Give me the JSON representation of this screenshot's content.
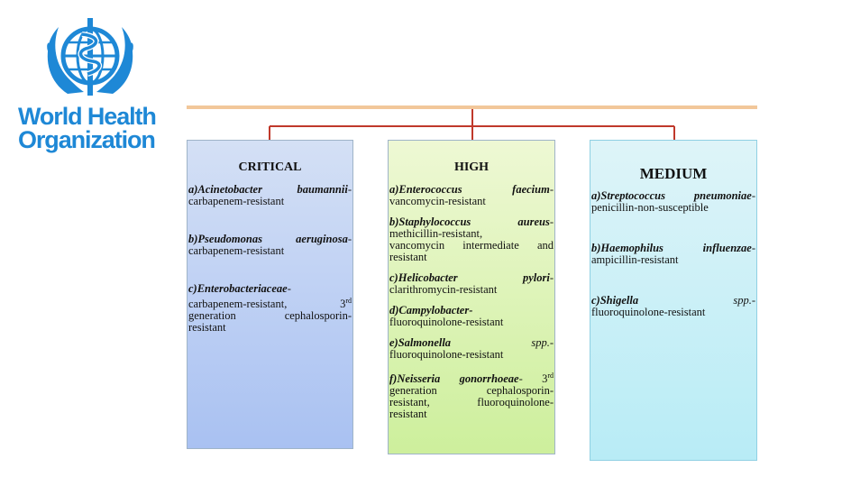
{
  "logo": {
    "line1": "World Health",
    "line2": "Organization",
    "color": "#1e88d6"
  },
  "colors": {
    "top_line": "#f2c79a",
    "connector": "#c0392b"
  },
  "critical": {
    "title": "CRITICAL",
    "items": [
      {
        "prefix": "a)",
        "organism": "Acinetobacter",
        "species": "baumannii",
        "dash": "-",
        "desc": "carbapenem-resistant"
      },
      {
        "prefix": "b)",
        "organism": "Pseudomonas",
        "species": "aeruginosa",
        "dash": "-",
        "desc": "carbapenem-resistant"
      },
      {
        "prefix": "c)",
        "organism": "Enterobacteriaceae",
        "dash": "-",
        "desc_l1": "carbapenem-resistant,",
        "sup_num": "3",
        "sup": "rd",
        "desc_l2": "generation cephalosporin-",
        "desc_l3": "resistant"
      }
    ]
  },
  "high": {
    "title": "HIGH",
    "items": [
      {
        "prefix": "a)",
        "organism": "Enterococcus",
        "species": "faecium",
        "dash": "-",
        "desc": "vancomycin-resistant"
      },
      {
        "prefix": "b)",
        "organism": "Staphylococcus",
        "species": "aureus",
        "dash": "-",
        "desc_l1": "methicillin-resistant,",
        "desc_l2": "vancomycin intermediate and",
        "desc_l3": "resistant"
      },
      {
        "prefix": "c)",
        "organism": "Helicobacter",
        "species": "pylori",
        "dash": "-",
        "desc": "clarithromycin-resistant"
      },
      {
        "prefix": "d)",
        "organism": "Campylobacter",
        "dash": "-",
        "desc": "fluoroquinolone-resistant"
      },
      {
        "prefix": "e)",
        "organism": "Salmonella",
        "spp": "spp.",
        "dash": "-",
        "desc": "fluoroquinolone-resistant"
      },
      {
        "prefix": "f)",
        "organism": "Neisseria gonorrhoeae",
        "dash": "-",
        "sup_num": "3",
        "sup": "rd",
        "desc_l1": "generation cephalosporin-",
        "desc_l2": "resistant, fluoroquinolone-",
        "desc_l3": "resistant"
      }
    ]
  },
  "medium": {
    "title": "MEDIUM",
    "items": [
      {
        "prefix": "a)",
        "organism": "Streptococcus",
        "species": "pneumoniae",
        "dash": "-",
        "desc": "penicillin-non-susceptible"
      },
      {
        "prefix": "b)",
        "organism": "Haemophilus",
        "species": "influenzae",
        "dash": "-",
        "desc": "ampicillin-resistant"
      },
      {
        "prefix": "c)",
        "organism": "Shigella",
        "spp": "spp.",
        "dash": "-",
        "desc": "fluoroquinolone-resistant"
      }
    ]
  }
}
